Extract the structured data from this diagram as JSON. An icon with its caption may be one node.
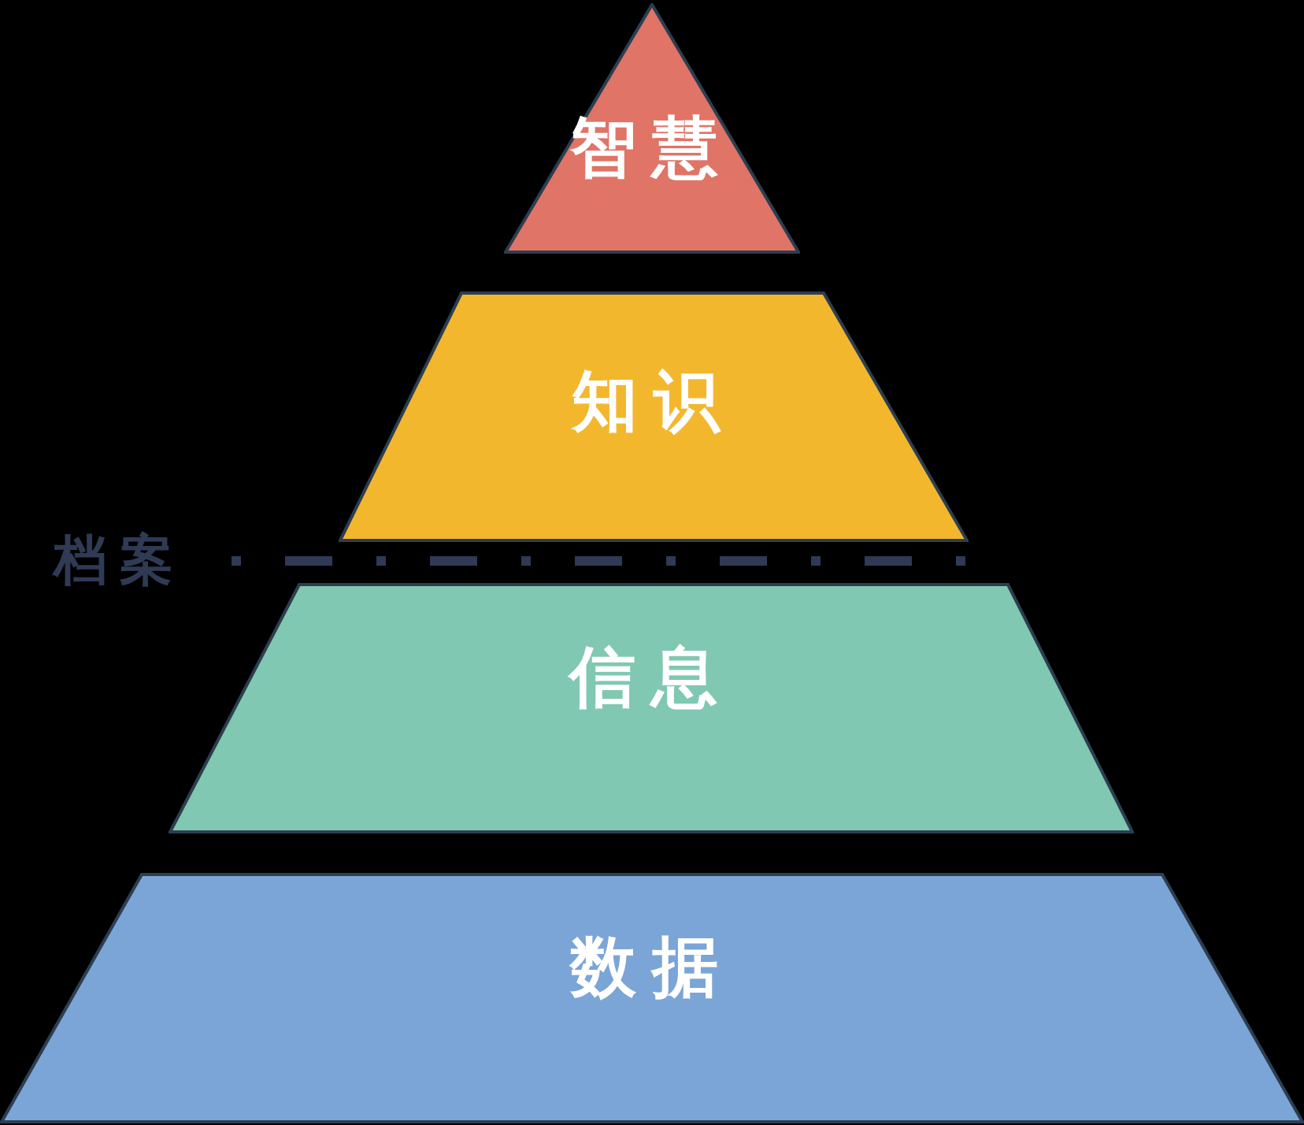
{
  "diagram": {
    "nodes": [
      {
        "text": [
          "智慧"
        ]
      },
      {
        "text": [
          "知识"
        ]
      },
      {
        "text": [
          "信息"
        ]
      },
      {
        "text": [
          "数据"
        ]
      }
    ],
    "labels": [
      "档案"
    ]
  }
}
